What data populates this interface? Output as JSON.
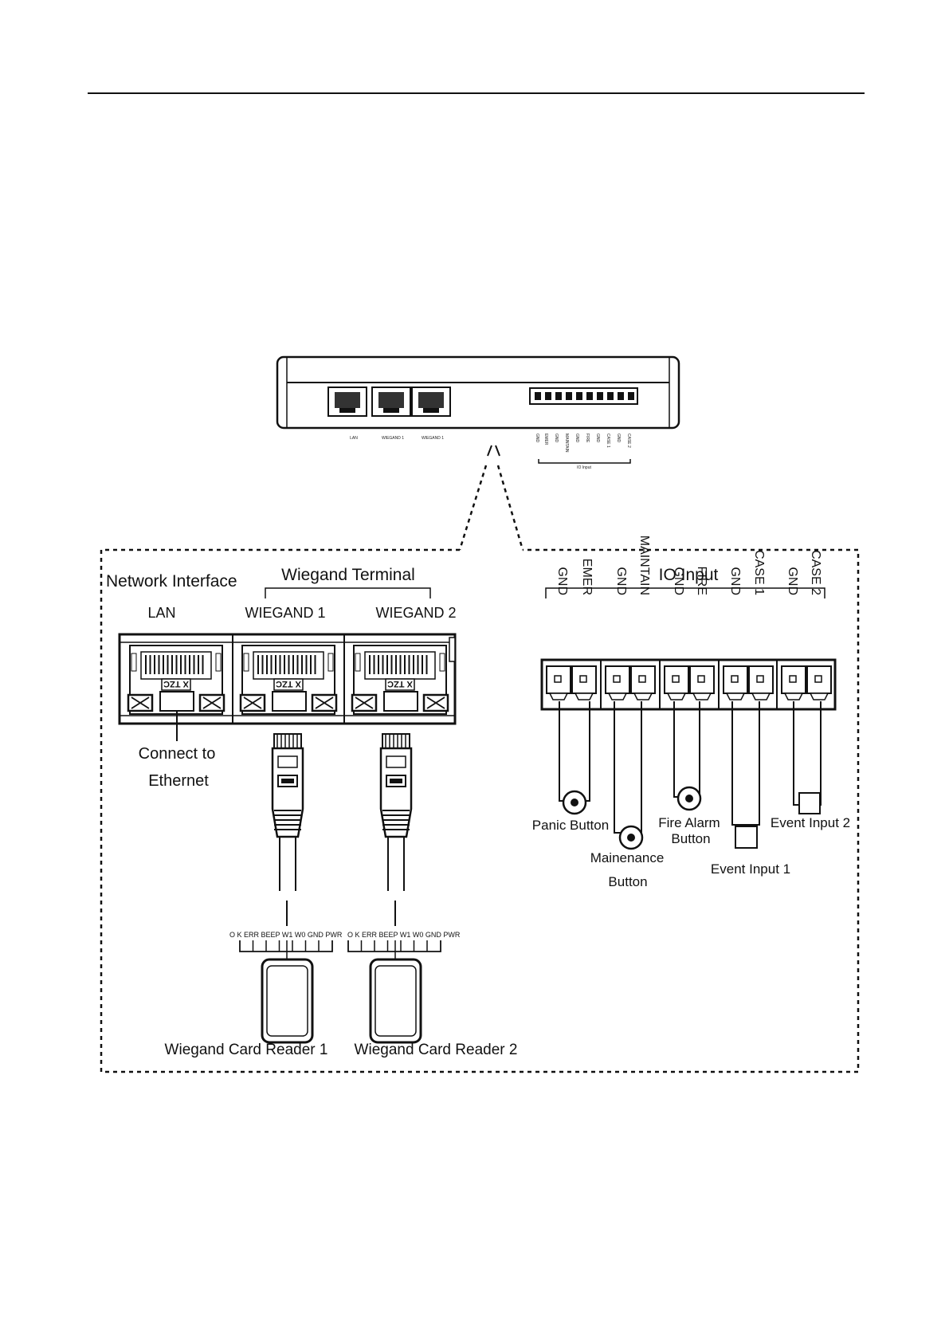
{
  "device_port_labels": {
    "lan": "LAN",
    "wiegand1": "WIEGAND 1",
    "wiegand2": "WIEGAND 1"
  },
  "device_io_pins": [
    "GND",
    "EMER",
    "GND",
    "MAINTAIN",
    "GND",
    "FIRE",
    "GND",
    "CASE 1",
    "GND",
    "CASE 2"
  ],
  "device_io_caption": "IO Input",
  "network": {
    "title": "Network Interface",
    "lan_label": "LAN",
    "connect_line1": "Connect to",
    "connect_line2": "Ethernet",
    "rj45_mark": "X TZC"
  },
  "wiegand": {
    "title": "Wiegand Terminal",
    "port1": "WIEGAND 1",
    "port2": "WIEGAND 2",
    "reader1_pins": "O K ERR BEEP W1 W0 GND PWR",
    "reader2_pins": "O K ERR BEEP W1 W0 GND PWR",
    "reader1_label": "Wiegand Card Reader 1",
    "reader2_label": "Wiegand Card Reader 2"
  },
  "io": {
    "title": "IO Input",
    "pins": [
      "GND",
      "EMER",
      "GND",
      "MAINTAIN",
      "GND",
      "FIRE",
      "GND",
      "CASE 1",
      "GND",
      "CASE 2"
    ],
    "panic": "Panic Button",
    "maint_line1": "Mainenance",
    "maint_line2": "Button",
    "fire_line1": "Fire Alarm",
    "fire_line2": "Button",
    "event1": "Event Input 1",
    "event2": "Event Input 2"
  }
}
